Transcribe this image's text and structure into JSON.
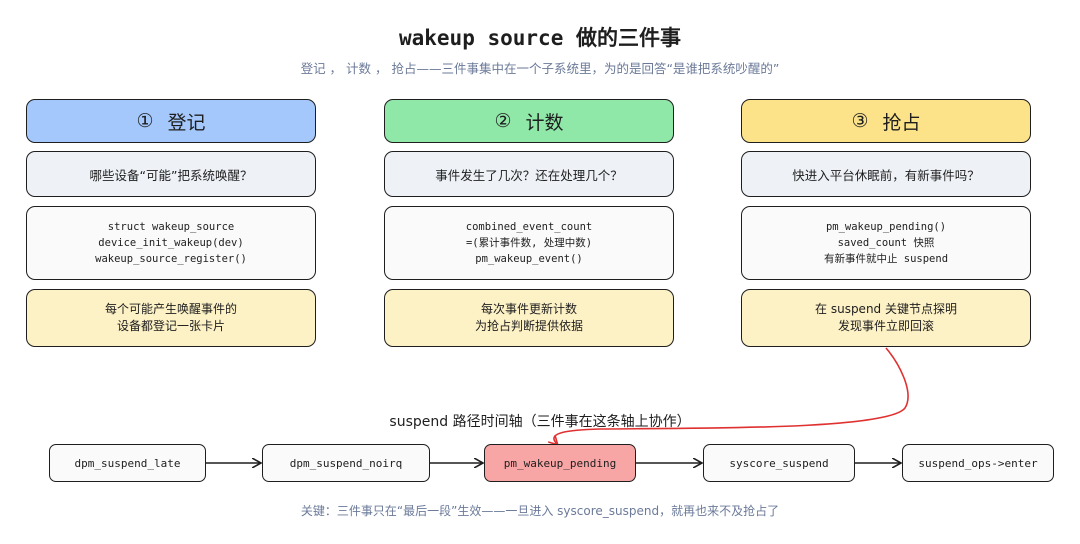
{
  "title": "wakeup source 做的三件事",
  "subtitle": "登记 ， 计数 ， 抢占——三件事集中在一个子系统里，为的是回答“是谁把系统吵醒的”",
  "columns": [
    {
      "num": "①",
      "label": "登记",
      "color": "#a5c8fc",
      "question": "哪些设备“可能”把系统唤醒？",
      "code": [
        "struct wakeup_source",
        "device_init_wakeup(dev)",
        "wakeup_source_register()"
      ],
      "note": [
        "每个可能产生唤醒事件的",
        "设备都登记一张卡片"
      ]
    },
    {
      "num": "②",
      "label": "计数",
      "color": "#8fe7a8",
      "question": "事件发生了几次？还在处理几个？",
      "code": [
        "combined_event_count",
        "=(累计事件数, 处理中数)",
        "pm_wakeup_event()"
      ],
      "note": [
        "每次事件更新计数",
        "为抢占判断提供依据"
      ]
    },
    {
      "num": "③",
      "label": "抢占",
      "color": "#fce38a",
      "question": "快进入平台休眠前，有新事件吗？",
      "code": [
        "pm_wakeup_pending()",
        "saved_count 快照",
        "有新事件就中止 suspend"
      ],
      "note": [
        "在 suspend 关键节点探明",
        "发现事件立即回滚"
      ]
    }
  ],
  "timeline": {
    "label": "suspend 路径时间轴（三件事在这条轴上协作）",
    "steps": [
      "dpm_suspend_late",
      "dpm_suspend_noirq",
      "pm_wakeup_pending",
      "syscore_suspend",
      "suspend_ops->enter"
    ],
    "highlight_color": "#f8a5a5",
    "arrow_color": "#e03131"
  },
  "footnote": "关键：三件事只在“最后一段”生效——一旦进入 syscore_suspend，就再也来不及抢占了"
}
